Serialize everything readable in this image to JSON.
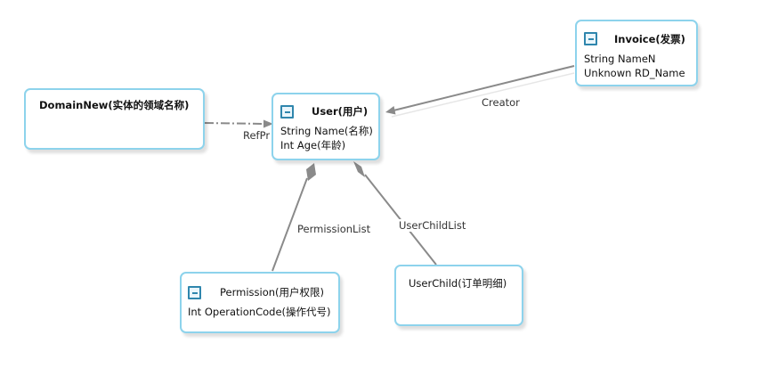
{
  "nodes": {
    "domain": {
      "title": "DomainNew(实体的领域名称)"
    },
    "user": {
      "title": "User(用户)",
      "attributes": [
        "String Name(名称)",
        "Int Age(年龄)"
      ]
    },
    "invoice": {
      "title": "Invoice(发票)",
      "attributes": [
        "String NameN",
        "Unknown RD_Name"
      ]
    },
    "permission": {
      "title": "Permission(用户权限)",
      "attributes": [
        "Int OperationCode(操作代号)"
      ]
    },
    "userchild": {
      "title": "UserChild(订单明细)"
    }
  },
  "edges": {
    "ref": {
      "label": "RefPr"
    },
    "creator": {
      "label": "Creator"
    },
    "permission_list": {
      "label": "PermissionList"
    },
    "userchild_list": {
      "label": "UserChildList"
    }
  },
  "colors": {
    "node_border": "#8dd3ec",
    "edge": "#8a8a8a",
    "toggle": "#2f86ad"
  }
}
